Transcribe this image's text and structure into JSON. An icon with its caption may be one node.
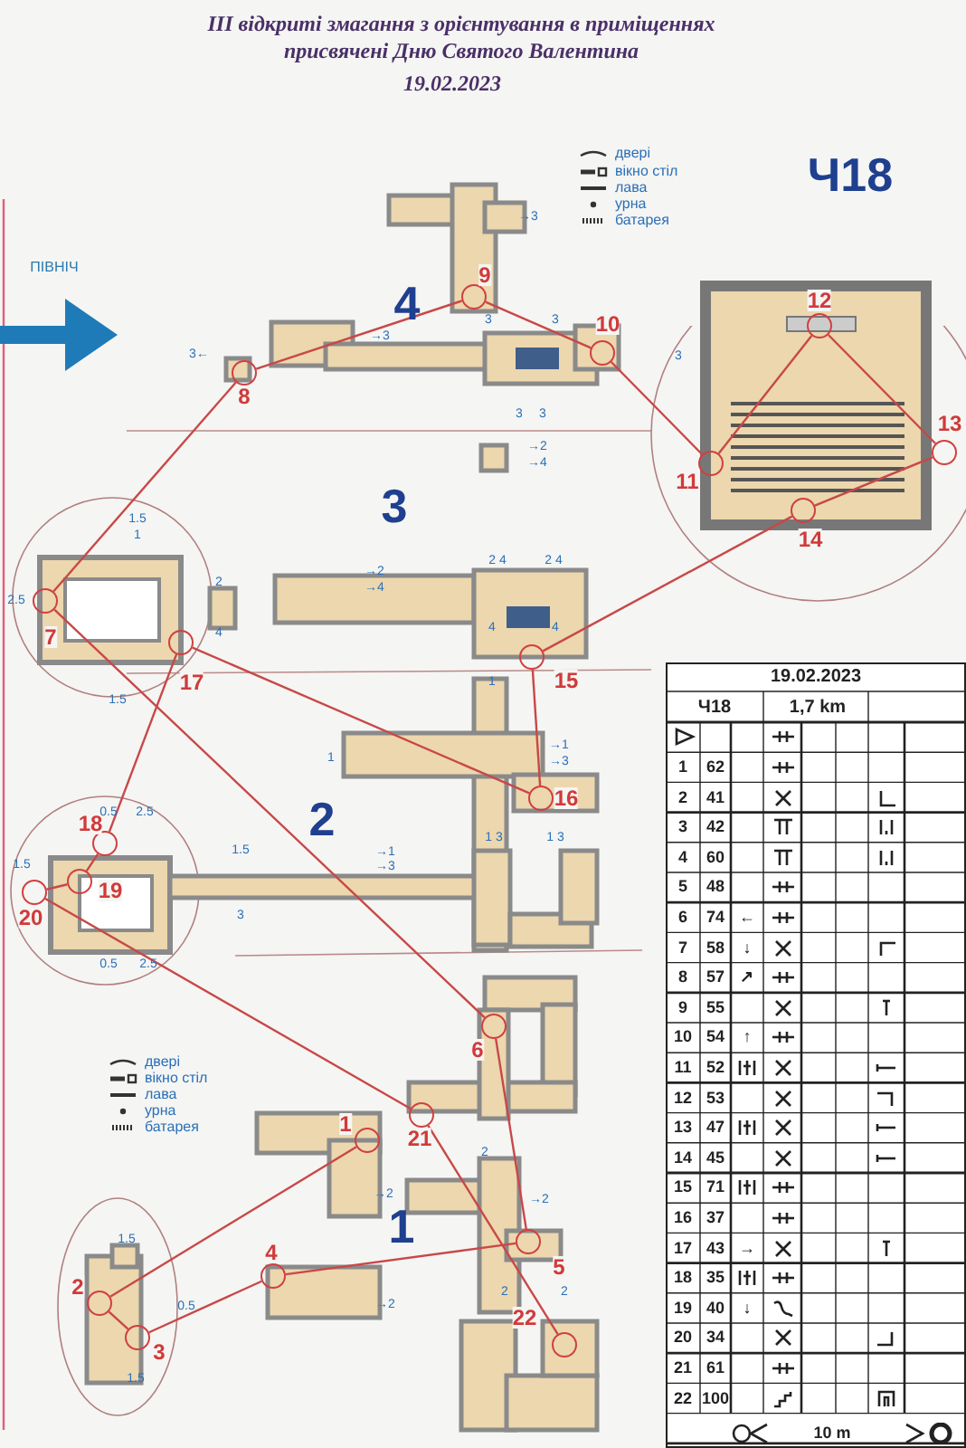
{
  "diagram": {
    "title": "III відкриті змагання з орієнтування в приміщеннях присвячені Дню Святого Валентина",
    "nodes": [
      {
        "text": [],
        "shape": "circle",
        "beside": [
          "1"
        ]
      },
      {
        "text": [],
        "shape": "circle",
        "beside": [
          "2"
        ]
      },
      {
        "text": [],
        "shape": "circle",
        "beside": [
          "3"
        ]
      },
      {
        "text": [],
        "shape": "circle",
        "beside": [
          "4"
        ]
      },
      {
        "text": [],
        "shape": "circle",
        "beside": [
          "5"
        ]
      },
      {
        "text": [],
        "shape": "circle",
        "beside": [
          "6"
        ]
      },
      {
        "text": [],
        "shape": "circle",
        "beside": [
          "7"
        ]
      },
      {
        "text": [],
        "shape": "circle",
        "beside": [
          "8"
        ]
      },
      {
        "text": [],
        "shape": "circle",
        "beside": [
          "9"
        ]
      },
      {
        "text": [],
        "shape": "circle",
        "beside": [
          "10"
        ]
      },
      {
        "text": [],
        "shape": "circle",
        "beside": [
          "11"
        ]
      },
      {
        "text": [],
        "shape": "circle",
        "beside": [
          "12"
        ]
      },
      {
        "text": [],
        "shape": "circle",
        "beside": [
          "13"
        ]
      },
      {
        "text": [],
        "shape": "circle",
        "beside": [
          "14"
        ]
      },
      {
        "text": [],
        "shape": "circle",
        "beside": [
          "15"
        ]
      },
      {
        "text": [],
        "shape": "circle",
        "beside": [
          "16"
        ]
      },
      {
        "text": [],
        "shape": "circle",
        "beside": [
          "17"
        ]
      },
      {
        "text": [],
        "shape": "circle",
        "beside": [
          "18"
        ]
      },
      {
        "text": [],
        "shape": "circle",
        "beside": [
          "19"
        ]
      },
      {
        "text": [],
        "shape": "circle",
        "beside": [
          "20"
        ]
      },
      {
        "text": [],
        "shape": "circle",
        "beside": [
          "21"
        ]
      },
      {
        "text": [],
        "shape": "circle",
        "beside": [
          "22"
        ]
      }
    ],
    "edges": [
      {
        "from": 0,
        "to": 1,
        "arrow": "none"
      },
      {
        "from": 1,
        "to": 2,
        "arrow": "none"
      },
      {
        "from": 2,
        "to": 3,
        "arrow": "none"
      },
      {
        "from": 3,
        "to": 4,
        "arrow": "none"
      },
      {
        "from": 4,
        "to": 5,
        "arrow": "none"
      },
      {
        "from": 5,
        "to": 6,
        "arrow": "none"
      },
      {
        "from": 6,
        "to": 7,
        "arrow": "none"
      },
      {
        "from": 7,
        "to": 8,
        "arrow": "none"
      },
      {
        "from": 8,
        "to": 9,
        "arrow": "none"
      },
      {
        "from": 9,
        "to": 10,
        "arrow": "none"
      },
      {
        "from": 10,
        "to": 11,
        "arrow": "none"
      },
      {
        "from": 11,
        "to": 12,
        "arrow": "none"
      },
      {
        "from": 12,
        "to": 13,
        "arrow": "none"
      },
      {
        "from": 13,
        "to": 14,
        "arrow": "none"
      },
      {
        "from": 14,
        "to": 15,
        "arrow": "none"
      },
      {
        "from": 15,
        "to": 16,
        "arrow": "none"
      },
      {
        "from": 16,
        "to": 17,
        "arrow": "none"
      },
      {
        "from": 17,
        "to": 18,
        "arrow": "none"
      },
      {
        "from": 18,
        "to": 19,
        "arrow": "none"
      },
      {
        "from": 19,
        "to": 20,
        "arrow": "none"
      },
      {
        "from": 20,
        "to": 21,
        "arrow": "none"
      }
    ],
    "labels": [
      "19.02.2023",
      "Ч18",
      "ПІВНІЧ",
      "→3",
      "4",
      "3←",
      "→3",
      "3",
      "3",
      "3",
      "3",
      "→2",
      "→4",
      "3",
      "1.5",
      "1",
      "3",
      "2.5",
      "2",
      "4",
      "→2",
      "→4",
      "2 4",
      "2 4",
      "4",
      "4",
      "1.5",
      "1",
      "1",
      "→1",
      "→3",
      "0.5",
      "2.5",
      "2",
      "1.5",
      "1 3",
      "1 3",
      "1.5",
      "→1",
      "→3",
      "3",
      "0.5",
      "2.5",
      "2",
      "→2",
      "→2",
      "1.5",
      "1",
      "0.5",
      "→2",
      "2",
      "2",
      "1.5",
      "19.02.2023",
      "Ч18",
      "1,7 km",
      "1",
      "62",
      "2",
      "41",
      "3",
      "42",
      "4",
      "60",
      "5",
      "48",
      "6",
      "74",
      "←",
      "7",
      "58",
      "↓",
      "8",
      "57",
      "↗",
      "9",
      "55",
      "10",
      "54",
      "↑",
      "11",
      "52",
      "12",
      "53",
      "13",
      "47",
      "14",
      "45",
      "15",
      "71",
      "16",
      "37",
      "17",
      "43",
      "→",
      "18",
      "35",
      "19",
      "40",
      "↓",
      "20",
      "34",
      "21",
      "61",
      "22",
      "100",
      "10 m"
    ],
    "legend": [
      {
        "text": "двері"
      },
      {
        "text": "вікно стіл"
      },
      {
        "text": "лава"
      },
      {
        "text": "урна"
      },
      {
        "text": "батарея"
      },
      {
        "text": "двері"
      },
      {
        "text": "вікно стіл"
      },
      {
        "text": "лава"
      },
      {
        "text": "урна"
      },
      {
        "text": "батарея"
      }
    ]
  }
}
